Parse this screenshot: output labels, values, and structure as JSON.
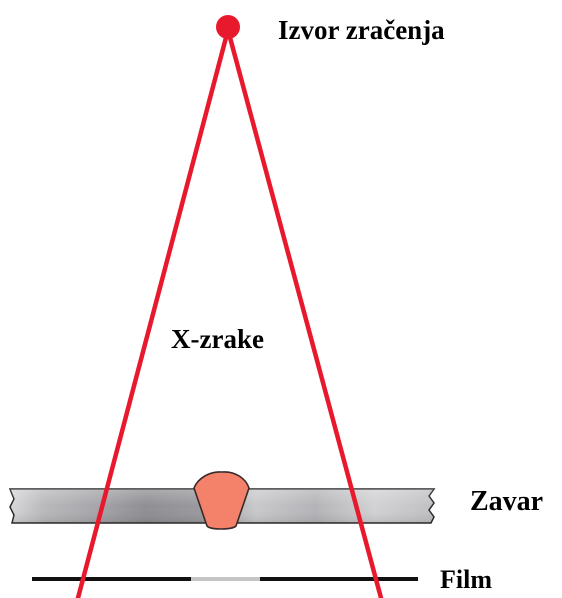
{
  "labels": {
    "source": "Izvor zračenja",
    "beam": "X-zrake",
    "weld": "Zavar",
    "film": "Film"
  },
  "colors": {
    "beam": "#e8192c",
    "source": "#e8192c",
    "weld_bead": "#f4826a",
    "plate_light": "#d6d6d8",
    "plate_dark": "#8e8e92",
    "film": "#111111",
    "film_exposed": "#c4c4c4",
    "text": "#000000"
  }
}
